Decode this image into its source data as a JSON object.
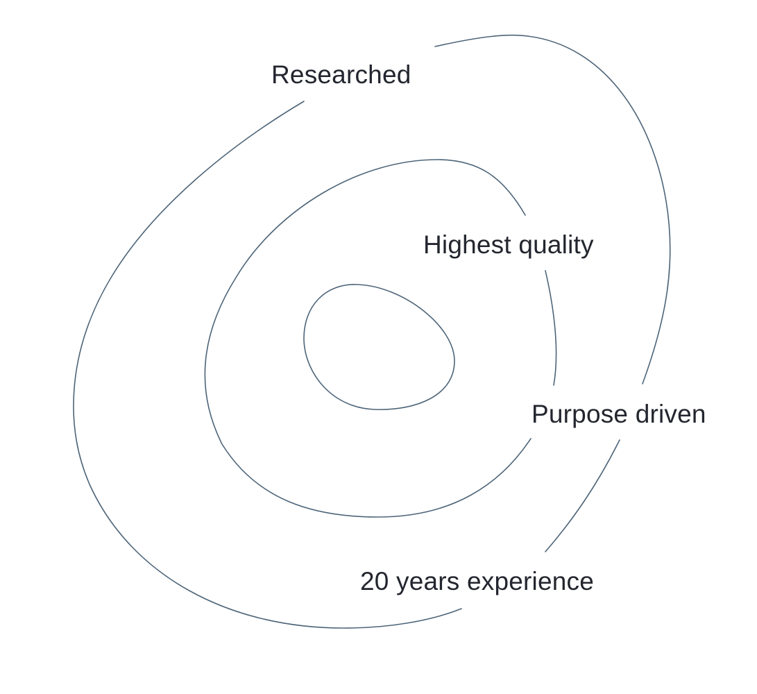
{
  "colors": {
    "background": "#ffffff",
    "stroke": "#4d6478",
    "text": "#23262e"
  },
  "labels": {
    "researched": "Researched",
    "highest_quality": "Highest quality",
    "purpose_driven": "Purpose driven",
    "experience": "20 years experience"
  }
}
